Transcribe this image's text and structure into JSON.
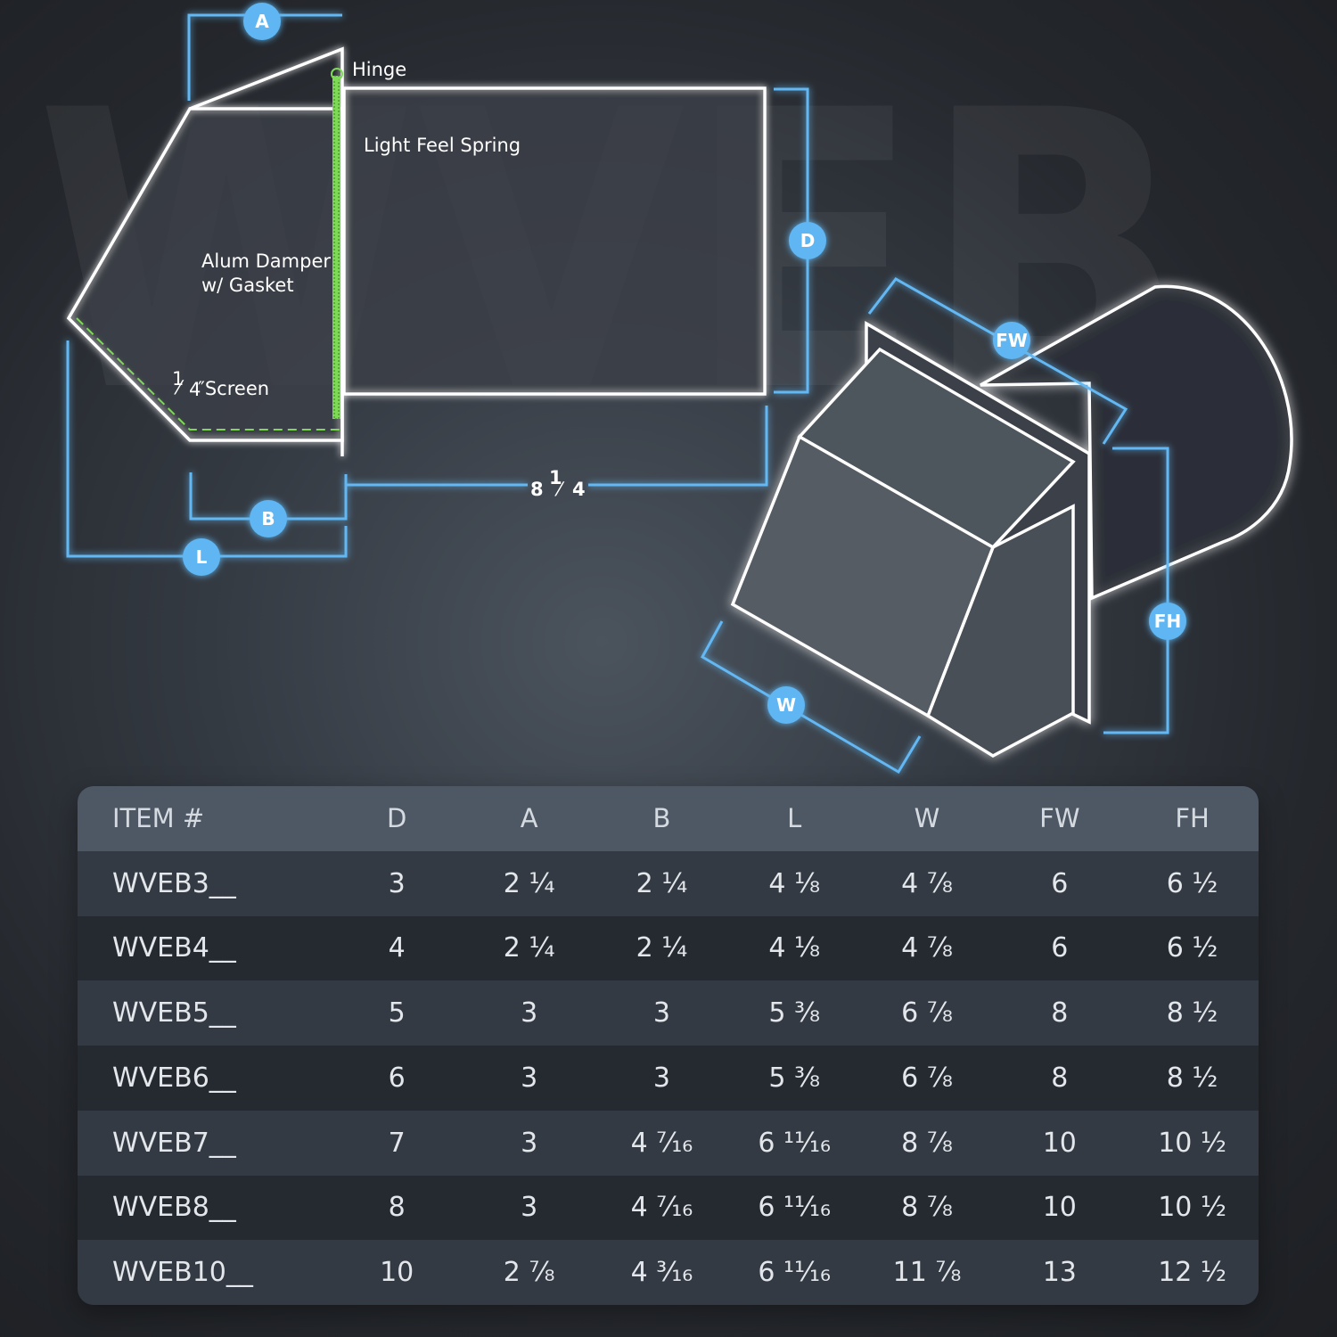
{
  "diagram": {
    "watermark": "WVEB",
    "labels": {
      "hinge": "Hinge",
      "spring": "Light Feel Spring",
      "damper_line1": "Alum Damper",
      "damper_line2": "w/ Gasket",
      "screen_frac_num": "1",
      "screen_frac_den": "4",
      "screen_word": "″Screen",
      "length_whole": "8",
      "length_num": "1",
      "length_den": "4"
    },
    "badges": {
      "a": "A",
      "b": "B",
      "l": "L",
      "d": "D",
      "fw": "FW",
      "fh": "FH",
      "w": "W"
    },
    "colors": {
      "accent": "#5eb6f2",
      "screen": "#7ed957",
      "outline": "#ffffff"
    }
  },
  "table": {
    "headers": [
      "ITEM #",
      "D",
      "A",
      "B",
      "L",
      "W",
      "FW",
      "FH"
    ],
    "rows": [
      [
        "WVEB3__",
        "3",
        "2 ¹⁄₄",
        "2 ¹⁄₄",
        "4 ¹⁄₈",
        "4 ⁷⁄₈",
        "6",
        "6 ¹⁄₂"
      ],
      [
        "WVEB4__",
        "4",
        "2 ¹⁄₄",
        "2 ¹⁄₄",
        "4 ¹⁄₈",
        "4 ⁷⁄₈",
        "6",
        "6 ¹⁄₂"
      ],
      [
        "WVEB5__",
        "5",
        "3",
        "3",
        "5 ³⁄₈",
        "6 ⁷⁄₈",
        "8",
        "8 ¹⁄₂"
      ],
      [
        "WVEB6__",
        "6",
        "3",
        "3",
        "5 ³⁄₈",
        "6 ⁷⁄₈",
        "8",
        "8 ¹⁄₂"
      ],
      [
        "WVEB7__",
        "7",
        "3",
        "4 ⁷⁄₁₆",
        "6 ¹¹⁄₁₆",
        "8 ⁷⁄₈",
        "10",
        "10 ¹⁄₂"
      ],
      [
        "WVEB8__",
        "8",
        "3",
        "4 ⁷⁄₁₆",
        "6 ¹¹⁄₁₆",
        "8 ⁷⁄₈",
        "10",
        "10 ¹⁄₂"
      ],
      [
        "WVEB10__",
        "10",
        "2 ⁷⁄₈",
        "4 ³⁄₁₆",
        "6 ¹¹⁄₁₆",
        "11 ⁷⁄₈",
        "13",
        "12 ¹⁄₂"
      ]
    ]
  }
}
